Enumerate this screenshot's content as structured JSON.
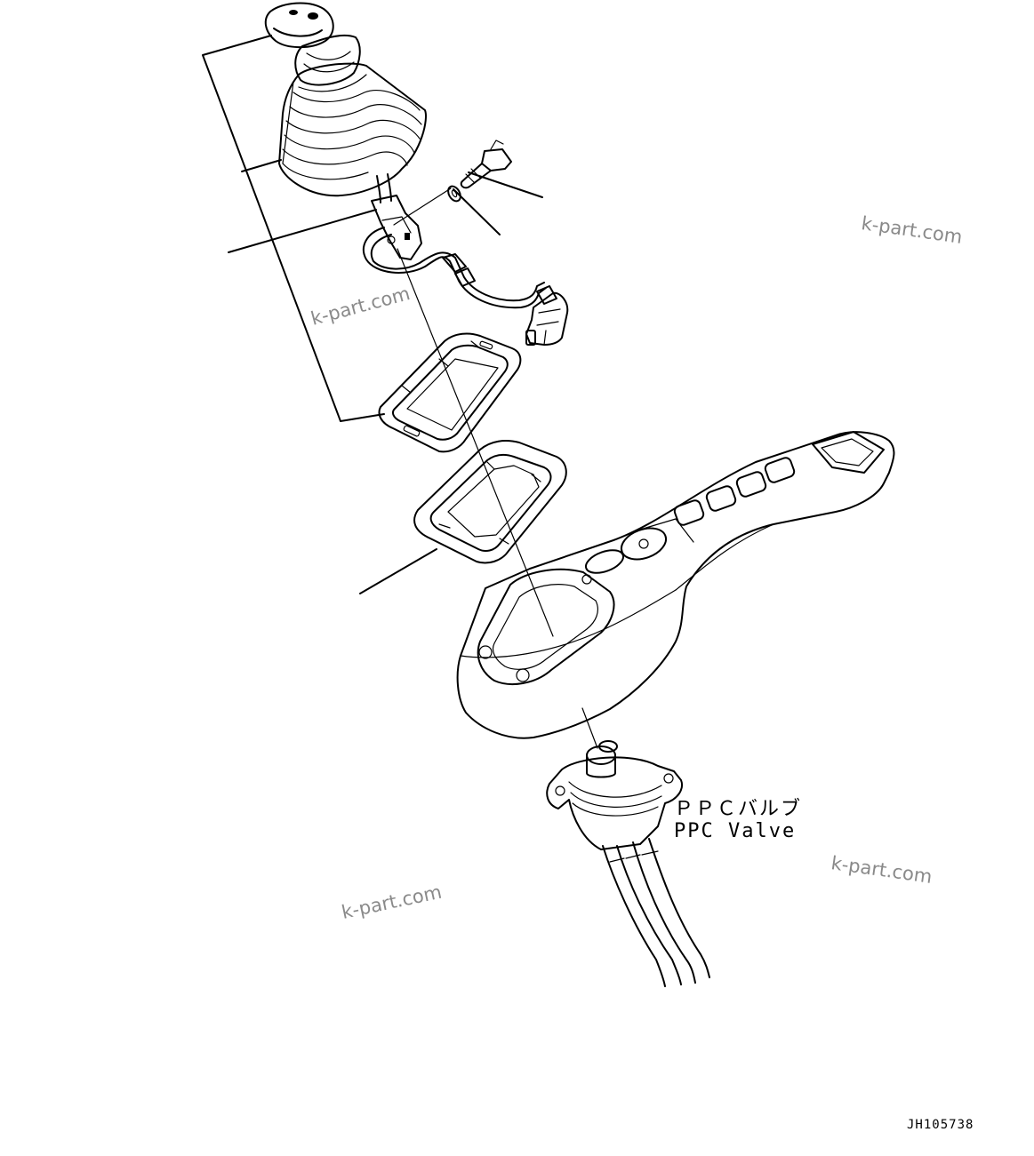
{
  "diagram": {
    "labels": {
      "ppc_valve_jp": "ＰＰＣバルブ",
      "ppc_valve_en": "PPC Valve"
    },
    "drawing_code": "JH105738",
    "watermarks": [
      "k-part.com",
      "k-part.com",
      "k-part.com",
      "k-part.com"
    ]
  }
}
